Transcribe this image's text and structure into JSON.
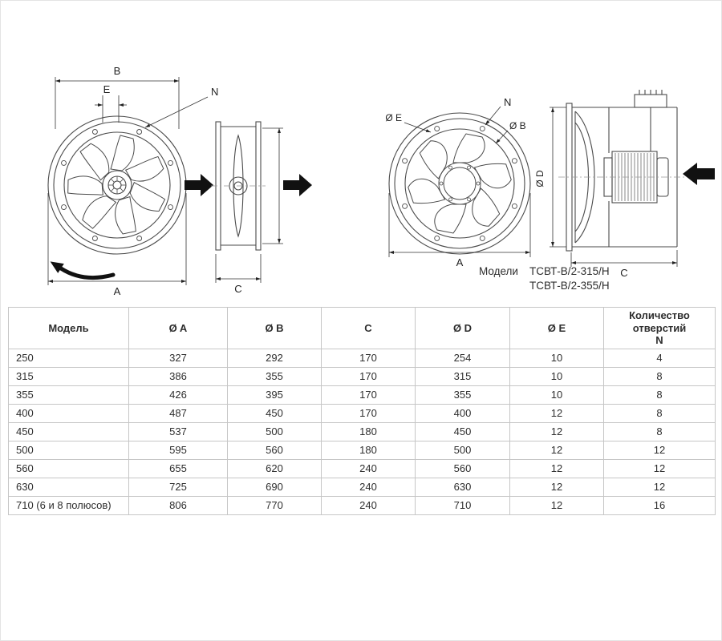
{
  "drawings": {
    "view1": {
      "dim_b": "B",
      "dim_e": "E",
      "label_n": "N",
      "dim_a": "A"
    },
    "view2": {
      "dim_c": "C"
    },
    "view3": {
      "label_diam_e": "Ø E",
      "label_diam_b": "Ø B",
      "label_n": "N",
      "dim_a": "A"
    },
    "view4": {
      "label_diam_d": "Ø D",
      "dim_c": "C"
    },
    "models": {
      "label": "Модели",
      "items": [
        "ТСВТ-В/2-315/Н",
        "ТСВТ-В/2-355/Н"
      ]
    }
  },
  "table": {
    "headers": [
      "Модель",
      "Ø A",
      "Ø B",
      "C",
      "Ø D",
      "Ø E",
      "Количество\nотверстий\nN"
    ],
    "rows": [
      [
        "250",
        "327",
        "292",
        "170",
        "254",
        "10",
        "4"
      ],
      [
        "315",
        "386",
        "355",
        "170",
        "315",
        "10",
        "8"
      ],
      [
        "355",
        "426",
        "395",
        "170",
        "355",
        "10",
        "8"
      ],
      [
        "400",
        "487",
        "450",
        "170",
        "400",
        "12",
        "8"
      ],
      [
        "450",
        "537",
        "500",
        "180",
        "450",
        "12",
        "8"
      ],
      [
        "500",
        "595",
        "560",
        "180",
        "500",
        "12",
        "12"
      ],
      [
        "560",
        "655",
        "620",
        "240",
        "560",
        "12",
        "12"
      ],
      [
        "630",
        "725",
        "690",
        "240",
        "630",
        "12",
        "12"
      ],
      [
        "710 (6 и 8 полюсов)",
        "806",
        "770",
        "240",
        "710",
        "12",
        "16"
      ]
    ]
  }
}
